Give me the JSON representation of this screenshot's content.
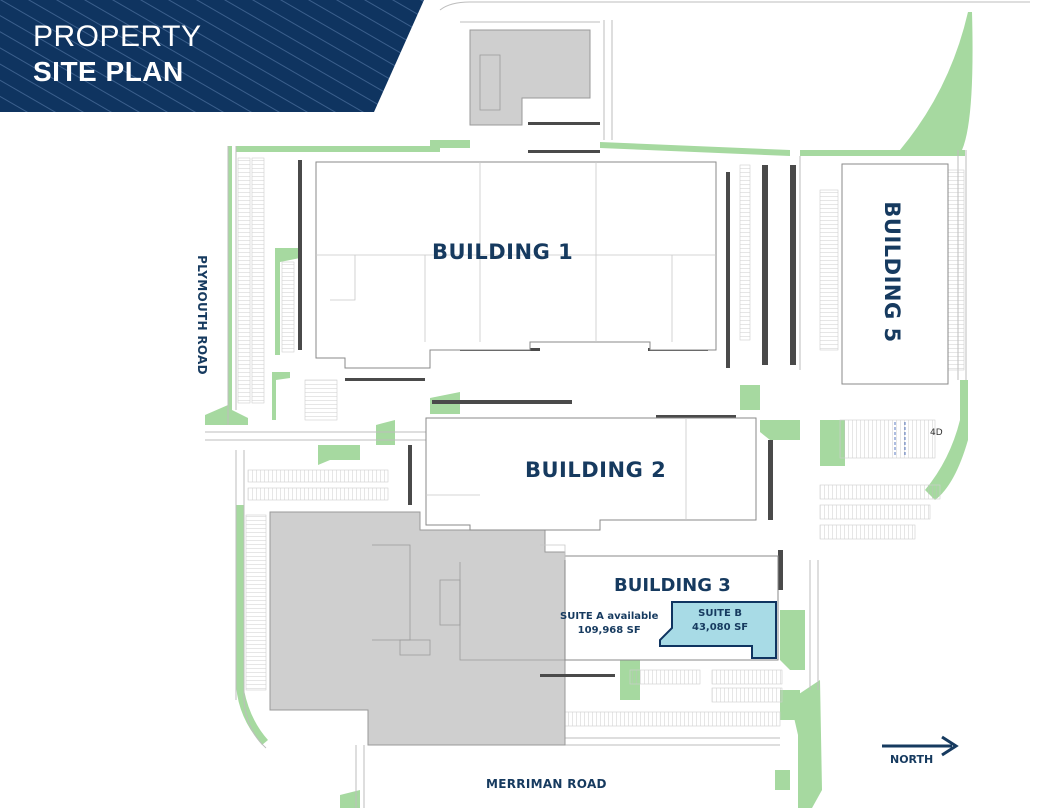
{
  "header": {
    "title_line1": "PROPERTY",
    "title_line2": "SITE PLAN",
    "banner_color": "#0f3460"
  },
  "buildings": {
    "building1": "BUILDING 1",
    "building2": "BUILDING 2",
    "building3": "BUILDING 3",
    "building5": "BUILDING 5"
  },
  "suites": {
    "suite_a_name": "SUITE A available",
    "suite_a_area": "109,968 SF",
    "suite_b_name": "SUITE B",
    "suite_b_area": "43,080 SF",
    "suite_b_color": "#a8dbe6"
  },
  "roads": {
    "plymouth": "PLYMOUTH ROAD",
    "merriman": "MERRIMAN ROAD"
  },
  "compass": {
    "label": "NORTH"
  },
  "misc": {
    "dock_label": "4D"
  },
  "colors": {
    "green_space": "#a6d9a0",
    "building_fill": "#ffffff",
    "other_building": "#cfcfcf",
    "label_text": "#163a5f"
  }
}
